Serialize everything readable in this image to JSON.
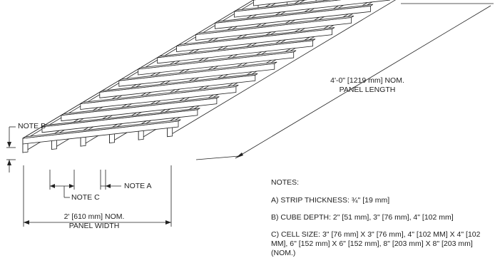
{
  "labels": {
    "note_b": "NOTE B",
    "note_c": "NOTE C",
    "note_a": "NOTE A",
    "length_line1": "4'-0\" [1219 mm] NOM.",
    "length_line2": "PANEL LENGTH",
    "width_line1": "2' [610 mm] NOM.",
    "width_line2": "PANEL WIDTH"
  },
  "notes": {
    "heading": "NOTES:",
    "items": [
      "A) STRIP THICKNESS: ¾\" [19 mm]",
      "B) CUBE DEPTH: 2\" [51 mm], 3\" [76 mm], 4\" [102 mm]",
      "C) CELL SIZE: 3\" [76 mm] X 3\" [76 mm], 4\" [102 MM]  X 4\" [102 MM], 6\" [152 mm] X 6\" [152 mm], 8\" [203 mm] X 8\" [203 mm] (NOM.)"
    ]
  },
  "style": {
    "line_color": "#222222"
  }
}
